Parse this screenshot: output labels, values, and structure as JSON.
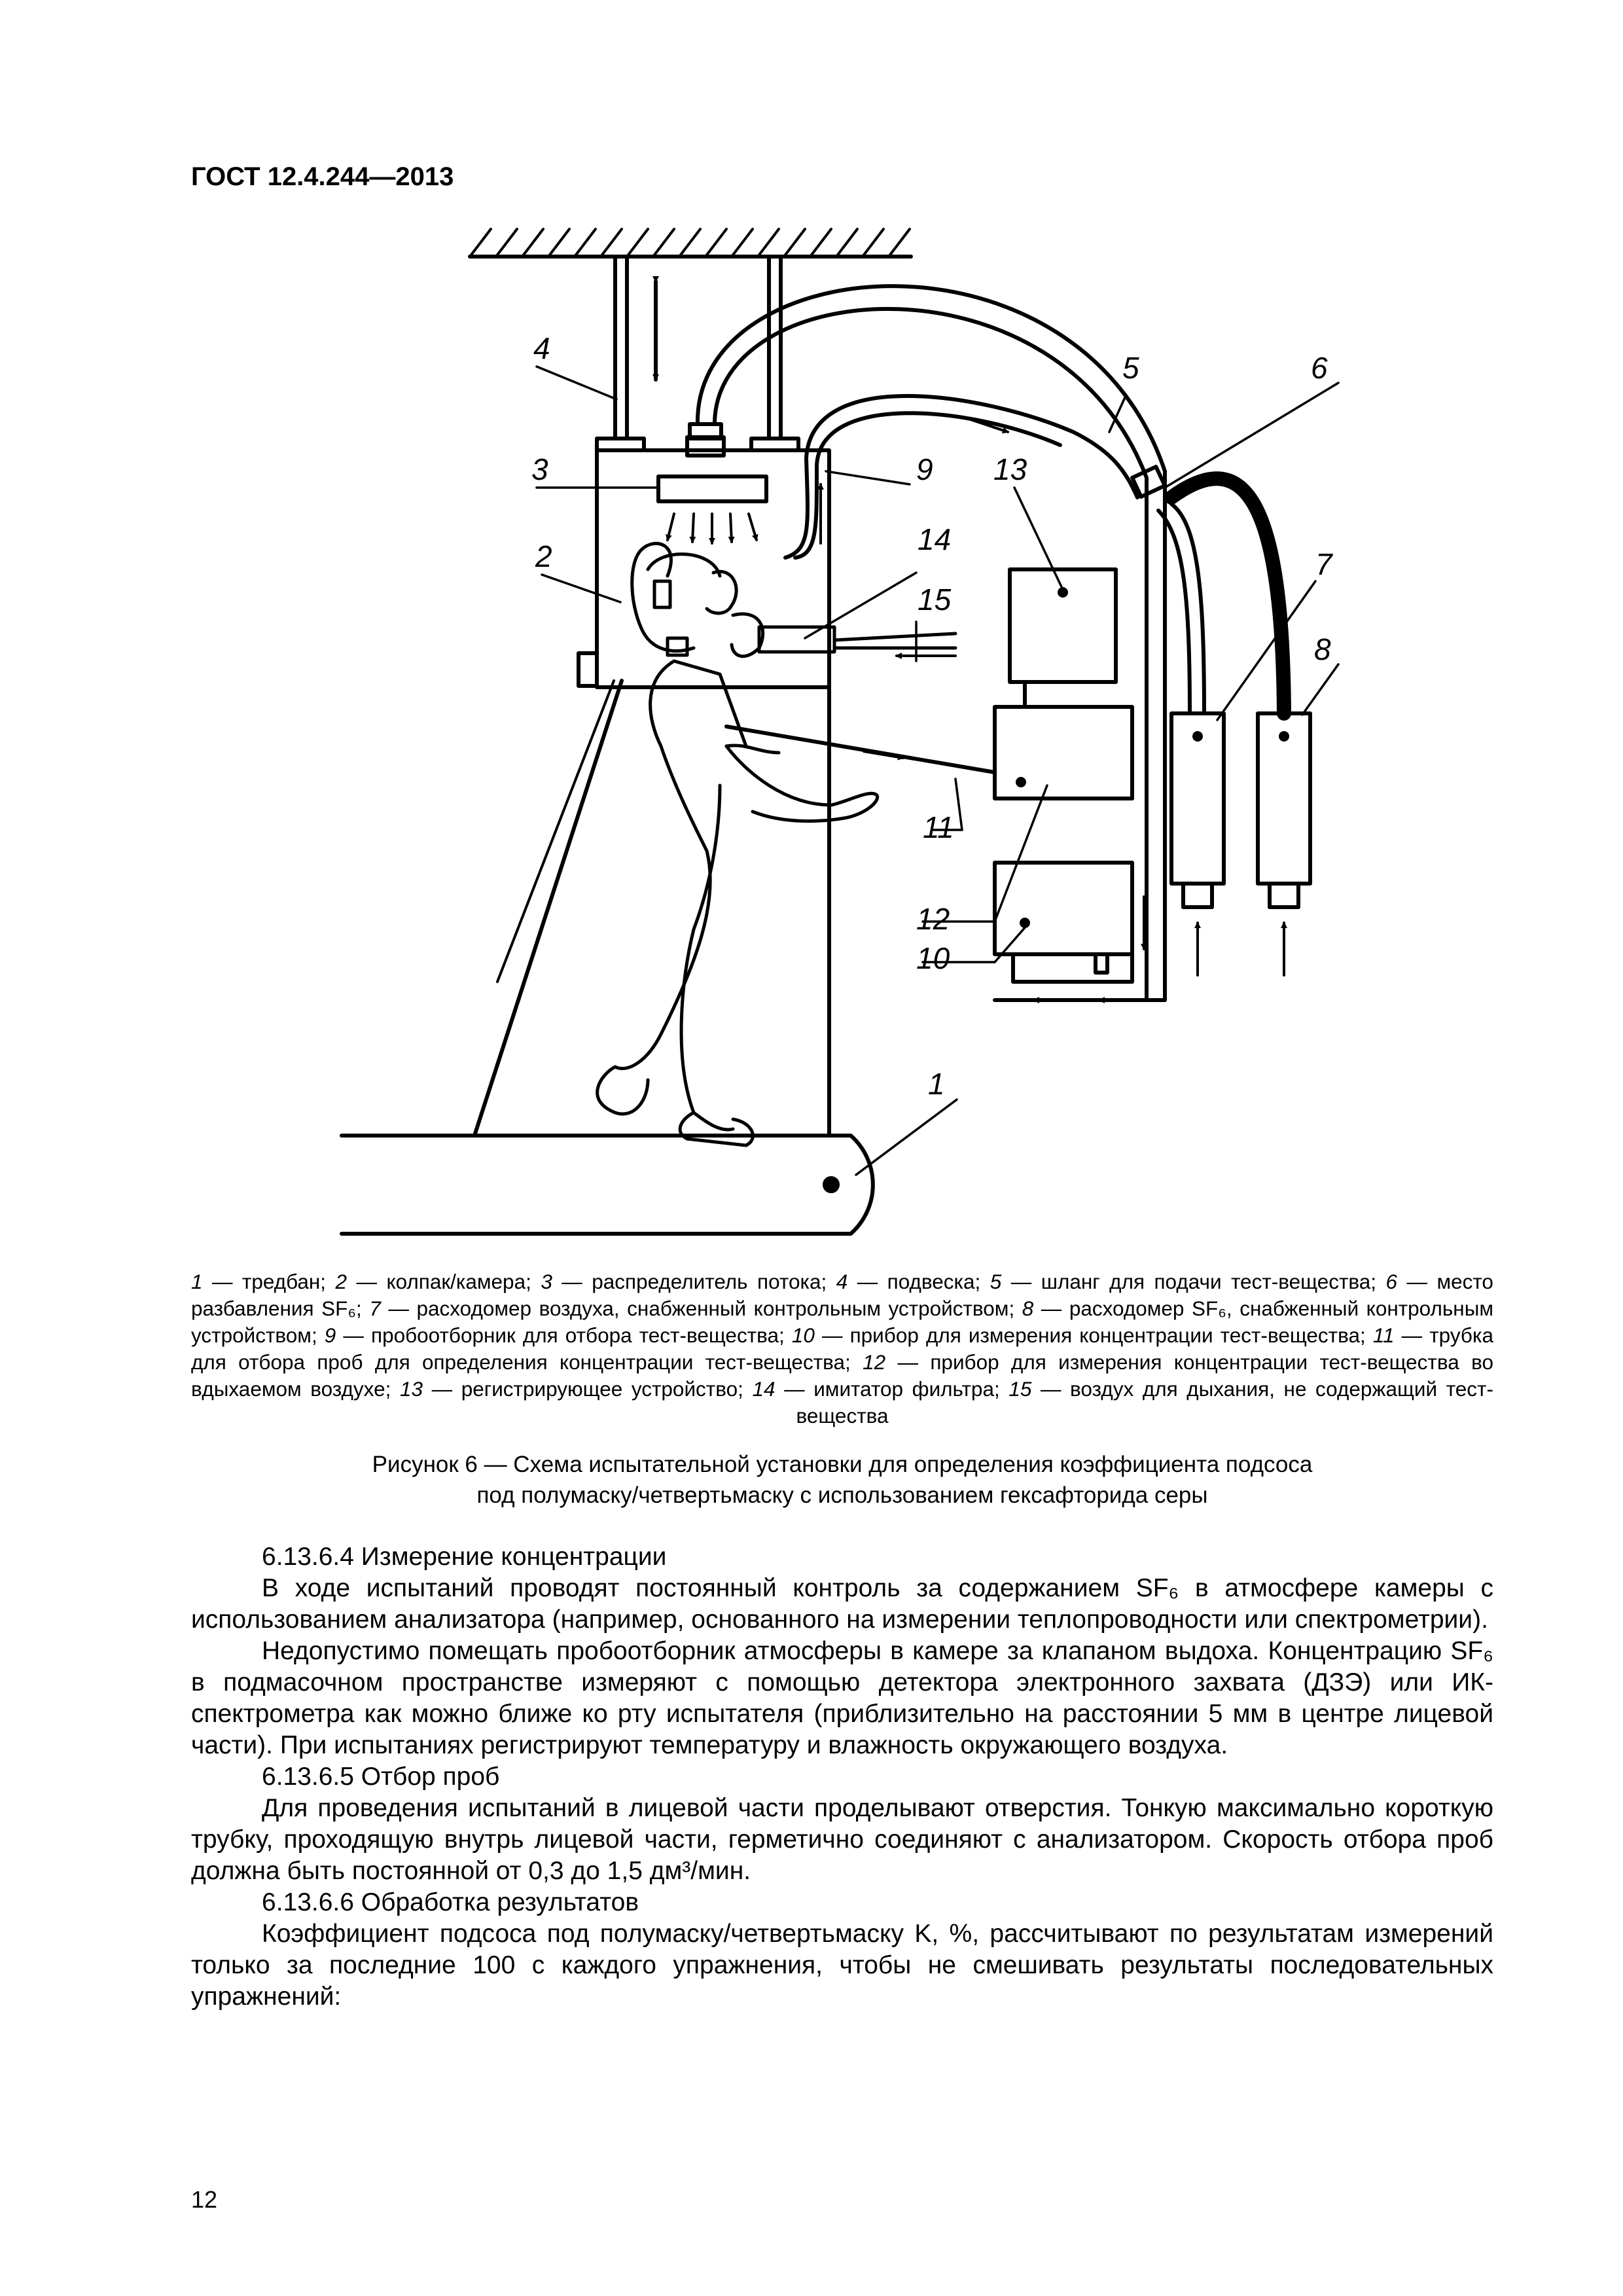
{
  "header": {
    "doc_id": "ГОСТ 12.4.244—2013"
  },
  "figure": {
    "labels": [
      {
        "n": "1"
      },
      {
        "n": "2"
      },
      {
        "n": "3"
      },
      {
        "n": "4"
      },
      {
        "n": "5"
      },
      {
        "n": "6"
      },
      {
        "n": "7"
      },
      {
        "n": "8"
      },
      {
        "n": "9"
      },
      {
        "n": "10"
      },
      {
        "n": "11"
      },
      {
        "n": "12"
      },
      {
        "n": "13"
      },
      {
        "n": "14"
      },
      {
        "n": "15"
      }
    ],
    "legend_items": [
      {
        "n": "1",
        "text": "тредбан;"
      },
      {
        "n": "2",
        "text": "колпак/камера;"
      },
      {
        "n": "3",
        "text": "распределитель потока;"
      },
      {
        "n": "4",
        "text": "подвеска;"
      },
      {
        "n": "5",
        "text": "шланг для подачи тест-вещества;"
      },
      {
        "n": "6",
        "text": "место разбавления SF₆;"
      },
      {
        "n": "7",
        "text": "расходомер воздуха, снабженный контрольным устройством;"
      },
      {
        "n": "8",
        "text": "расходомер SF₆, снабженный контрольным устройством;"
      },
      {
        "n": "9",
        "text": "пробоотборник для отбора тест-вещества;"
      },
      {
        "n": "10",
        "text": "прибор для измерения концентрации тест-вещества;"
      },
      {
        "n": "11",
        "text": "трубка для отбора проб для определения концентрации тест-вещества;"
      },
      {
        "n": "12",
        "text": "прибор для измерения концентрации тест-вещества во вдыхаемом воздухе;"
      },
      {
        "n": "13",
        "text": "регистрирующее устройство;"
      },
      {
        "n": "14",
        "text": "имитатор фильтра;"
      },
      {
        "n": "15",
        "text": "воздух для дыхания, не содержащий тест-вещества"
      }
    ],
    "caption_line1": "Рисунок  6 — Схема испытательной установки для определения коэффициента подсоса",
    "caption_line2": "под полумаску/четвертьмаску с использованием гексафторида серы"
  },
  "body": {
    "s1_title": "6.13.6.4  Измерение концентрации",
    "p1": "В ходе испытаний проводят постоянный контроль за содержанием SF₆ в атмосфере камеры с использованием анализатора (например, основанного на измерении теплопроводности или спектрометрии).",
    "p2": "Недопустимо помещать пробоотборник атмосферы в камере за клапаном выдоха. Концентрацию SF₆ в подмасочном пространстве измеряют с помощью детектора электронного захвата (ДЗЭ) или ИК-спектрометра как можно ближе ко рту испытателя (приблизительно на расстоянии 5 мм в центре лицевой части). При испытаниях регистрируют температуру и влажность окружающего воздуха.",
    "s2_title": "6.13.6.5  Отбор проб",
    "p3": "Для проведения испытаний в лицевой части проделывают отверстия. Тонкую максимально короткую трубку, проходящую внутрь лицевой части, герметично соединяют с анализатором. Скорость отбора проб должна быть постоянной от 0,3 до 1,5 дм³/мин.",
    "s3_title": "6.13.6.6  Обработка результатов",
    "p4": "Коэффициент подсоса под полумаску/четвертьмаску K, %, рассчитывают по результатам измерений только за последние 100 с каждого упражнения, чтобы не смешивать результаты последовательных упражнений:"
  },
  "footer": {
    "page_number": "12"
  }
}
